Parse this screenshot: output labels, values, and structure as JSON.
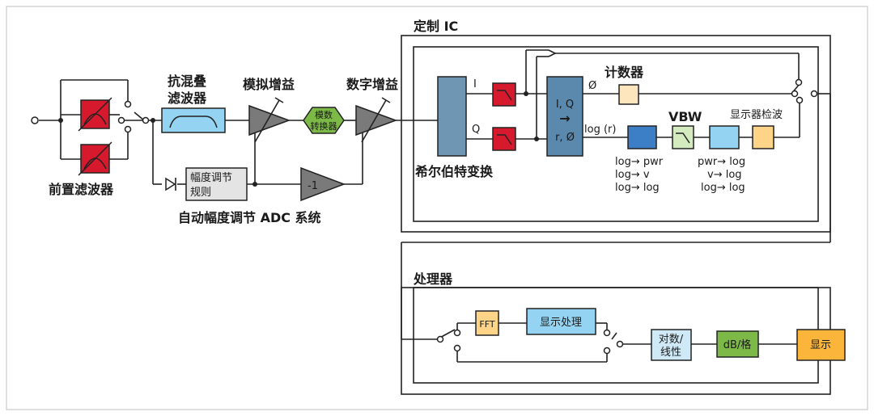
{
  "labels": {
    "custom_ic": "定制 IC",
    "processor": "处理器",
    "preselector": "前置滤波器",
    "antialias_line1": "抗混叠",
    "antialias_line2": "滤波器",
    "analog_gain": "模拟增益",
    "digital_gain": "数字增益",
    "adc_line1": "模数",
    "adc_line2": "转换器",
    "range_line1": "幅度调节",
    "range_line2": "规则",
    "minus_one": "-1",
    "autorange_system": "自动幅度调节 ADC 系统",
    "hilbert": "希尔伯特变换",
    "i_label": "I",
    "q_label": "Q",
    "cordic_iq": "I, Q",
    "cordic_arrow": "→",
    "cordic_rphi": "r, Ø",
    "phi_label": "Ø",
    "logr_label": "log (r)",
    "counter": "计数器",
    "vbw": "VBW",
    "display_detector": "显示器检波",
    "fft": "FFT",
    "display_process": "显示处理",
    "loglin_line1": "对数/",
    "loglin_line2": "线性",
    "dbdiv": "dB/格",
    "display": "显示"
  },
  "conversions_left": [
    "log→  pwr",
    "log→  v",
    "log→  log"
  ],
  "conversions_right": [
    "pwr→  log",
    "v→  log",
    "log→  log"
  ],
  "colors": {
    "red_block": "#d7192e",
    "hilbert_block": "#6f97b4",
    "cordic_block": "#5b88ad",
    "log_block": "#3c7fc7",
    "light_blue": "#94d3f2",
    "green_block": "#7db946",
    "light_green": "#d4eabf",
    "orange_block": "#fbb53a",
    "light_orange": "#fdd488",
    "pale_orange": "#fde5bd",
    "amp_gray": "#7a7a7a",
    "line": "#222222"
  }
}
